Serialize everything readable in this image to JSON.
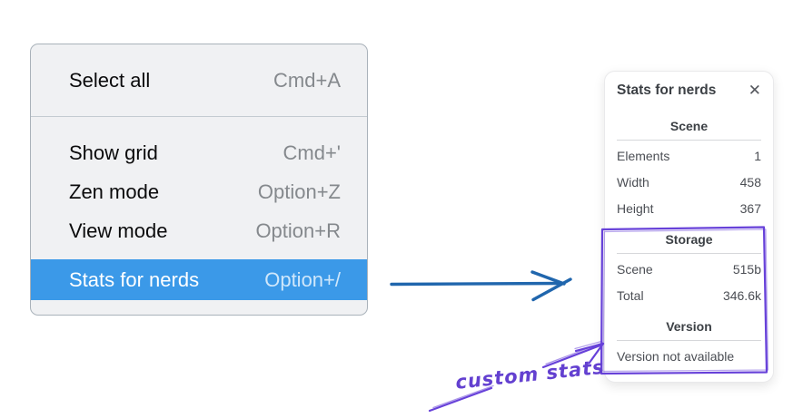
{
  "menu": {
    "items": [
      {
        "label": "Select all",
        "shortcut": "Cmd+A",
        "selected": false
      },
      {
        "label": "Show grid",
        "shortcut": "Cmd+'",
        "selected": false
      },
      {
        "label": "Zen mode",
        "shortcut": "Option+Z",
        "selected": false
      },
      {
        "label": "View mode",
        "shortcut": "Option+R",
        "selected": false
      },
      {
        "label": "Stats for nerds",
        "shortcut": "Option+/",
        "selected": true
      }
    ]
  },
  "panel": {
    "title": "Stats for nerds",
    "close_icon": "✕",
    "sections": [
      {
        "heading": "Scene",
        "rows": [
          {
            "label": "Elements",
            "value": "1"
          },
          {
            "label": "Width",
            "value": "458"
          },
          {
            "label": "Height",
            "value": "367"
          }
        ]
      },
      {
        "heading": "Storage",
        "rows": [
          {
            "label": "Scene",
            "value": "515b"
          },
          {
            "label": "Total",
            "value": "346.6k"
          }
        ]
      },
      {
        "heading": "Version",
        "note": "Version not available"
      }
    ]
  },
  "annotation": {
    "label": "custom stats"
  },
  "colors": {
    "menu_highlight": "#3b99e8",
    "blue_arrow": "#2066ad",
    "annotation_purple": "#6741d9"
  }
}
